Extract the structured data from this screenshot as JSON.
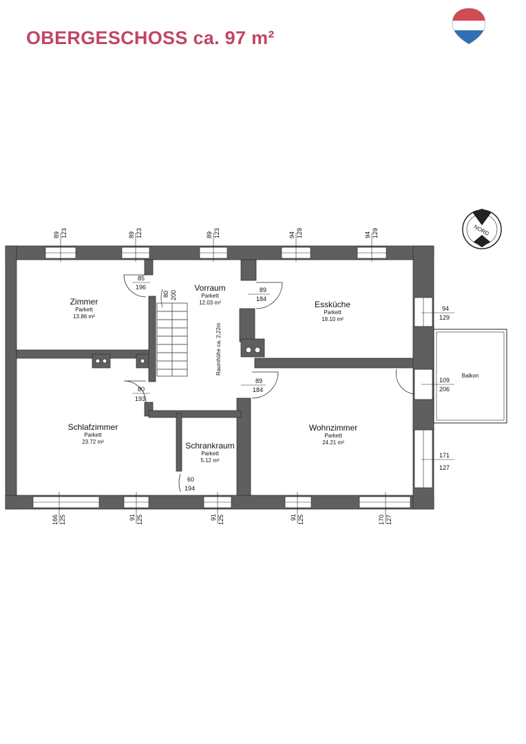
{
  "title": "OBERGESCHOSS ca. 97 m²",
  "north_label": "NORD",
  "height_note": "Raumhöhe ca. 2,22m",
  "rooms": {
    "zimmer": {
      "name": "Zimmer",
      "floor": "Parkett",
      "area": "13.86 m²"
    },
    "vorraum": {
      "name": "Vorraum",
      "floor": "Parkett",
      "area": "12.03 m²"
    },
    "esskueche": {
      "name": "Essküche",
      "floor": "Parkett",
      "area": "18.10 m²"
    },
    "schlafzimmer": {
      "name": "Schlafzimmer",
      "floor": "Parkett",
      "area": "23.72 m²"
    },
    "schrankraum": {
      "name": "Schrankraum",
      "floor": "Parkett",
      "area": "5.12 m²"
    },
    "wohnzimmer": {
      "name": "Wohnzimmer",
      "floor": "Parkett",
      "area": "24.21 m²"
    },
    "balkon": {
      "name": "Balkon"
    }
  },
  "windows_top": [
    {
      "w": "89",
      "h": "123"
    },
    {
      "w": "89",
      "h": "123"
    },
    {
      "w": "89",
      "h": "123"
    },
    {
      "w": "94",
      "h": "129"
    },
    {
      "w": "94",
      "h": "129"
    }
  ],
  "windows_bottom": [
    {
      "w": "166",
      "h": "125"
    },
    {
      "w": "91",
      "h": "125"
    },
    {
      "w": "91",
      "h": "125"
    },
    {
      "w": "91",
      "h": "125"
    },
    {
      "w": "170",
      "h": "127"
    }
  ],
  "windows_right": [
    {
      "w": "94",
      "h": "129"
    },
    {
      "w": "109",
      "h": "206"
    },
    {
      "w": "171",
      "h": "127"
    }
  ],
  "doors": [
    {
      "w": "85",
      "h": "196"
    },
    {
      "w": "80",
      "h": "200"
    },
    {
      "w": "89",
      "h": "184"
    },
    {
      "w": "80",
      "h": "193"
    },
    {
      "w": "89",
      "h": "184"
    },
    {
      "w": "60",
      "h": "194"
    }
  ]
}
